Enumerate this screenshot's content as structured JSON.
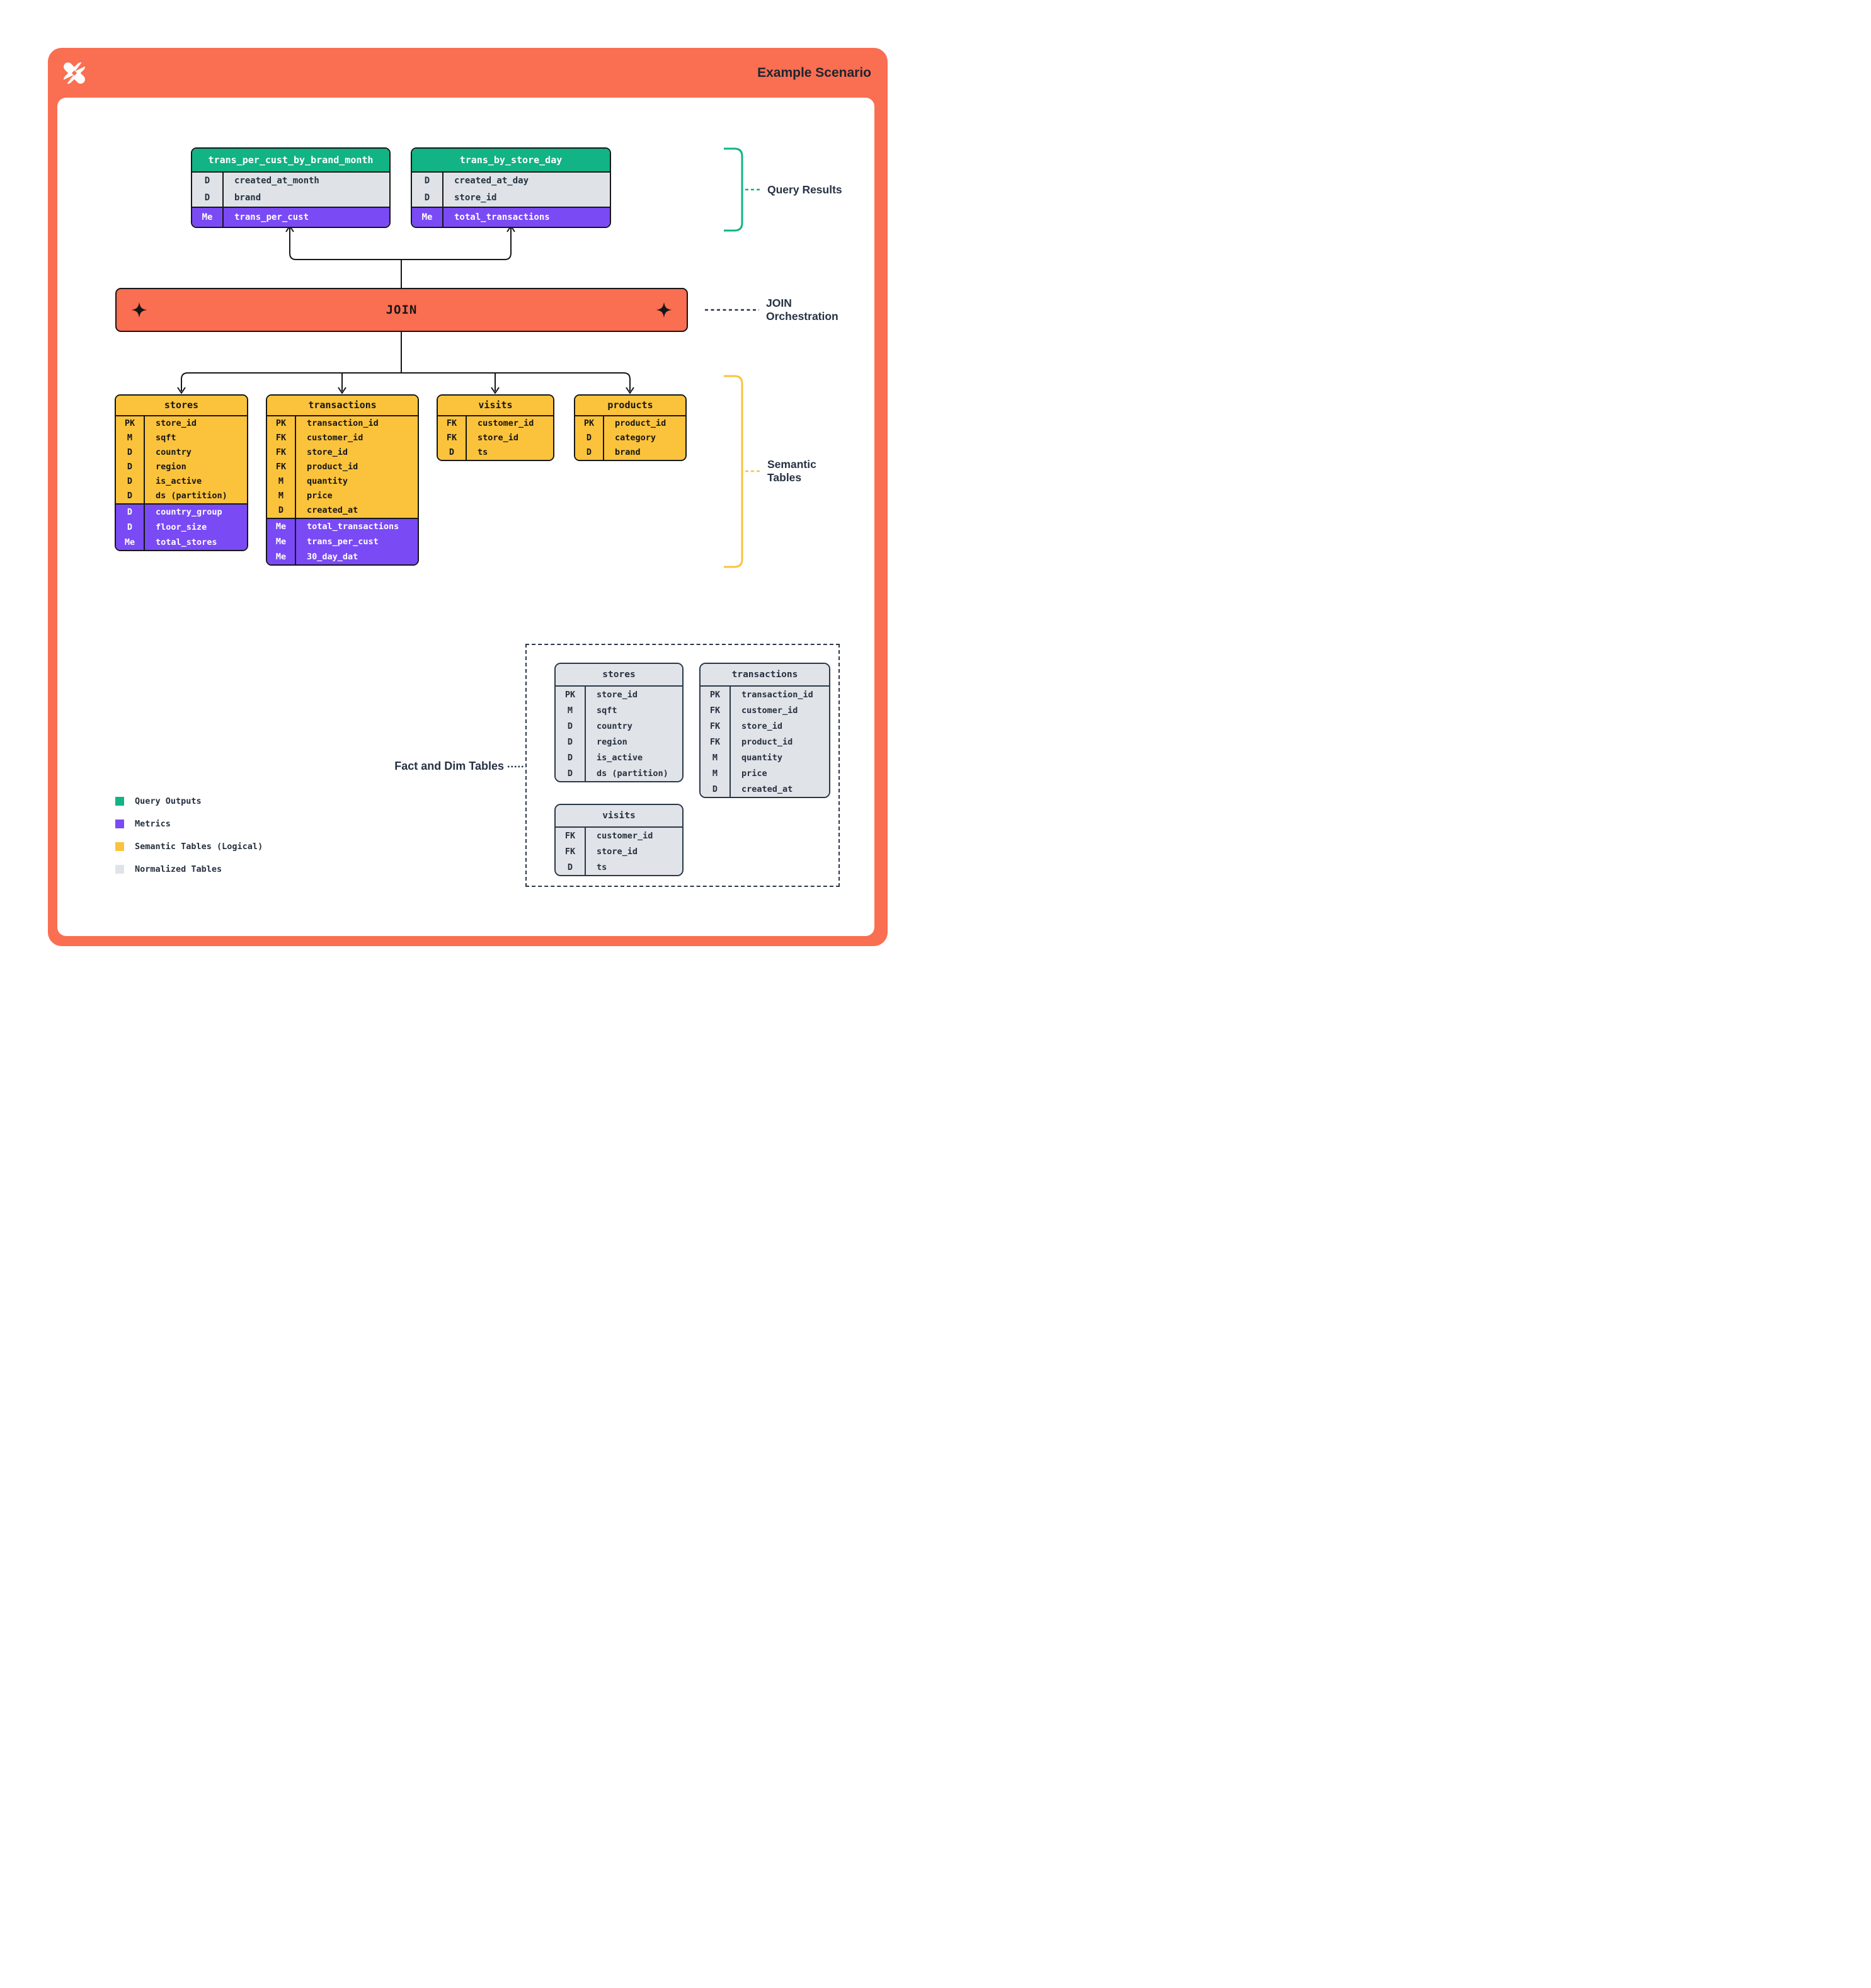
{
  "header": {
    "title": "Example Scenario",
    "logo_icon": "pinwheel-star-icon"
  },
  "join_bar": {
    "label": "JOIN",
    "left_icon": "sparkle-icon",
    "right_icon": "sparkle-icon"
  },
  "annotations": {
    "query_results": {
      "label": "Query Results"
    },
    "join_orchestration": {
      "line1": "JOIN",
      "line2": "Orchestration"
    },
    "semantic_tables": {
      "line1": "Semantic",
      "line2": "Tables"
    },
    "fact_dim_tables": {
      "label": "Fact and Dim Tables"
    }
  },
  "result_tables": [
    {
      "name": "trans_per_cust_by_brand_month",
      "plain": [
        {
          "key": "D",
          "field": "created_at_month"
        },
        {
          "key": "D",
          "field": "brand"
        }
      ],
      "metrics": [
        {
          "key": "Me",
          "field": "trans_per_cust"
        }
      ]
    },
    {
      "name": "trans_by_store_day",
      "plain": [
        {
          "key": "D",
          "field": "created_at_day"
        },
        {
          "key": "D",
          "field": "store_id"
        }
      ],
      "metrics": [
        {
          "key": "Me",
          "field": "total_transactions"
        }
      ]
    }
  ],
  "semantic_tables": [
    {
      "name": "stores",
      "plain": [
        {
          "key": "PK",
          "field": "store_id"
        },
        {
          "key": "M",
          "field": "sqft"
        },
        {
          "key": "D",
          "field": "country"
        },
        {
          "key": "D",
          "field": "region"
        },
        {
          "key": "D",
          "field": "is_active"
        },
        {
          "key": "D",
          "field": "ds (partition)"
        }
      ],
      "metrics": [
        {
          "key": "D",
          "field": "country_group"
        },
        {
          "key": "D",
          "field": "floor_size"
        },
        {
          "key": "Me",
          "field": "total_stores"
        }
      ]
    },
    {
      "name": "transactions",
      "plain": [
        {
          "key": "PK",
          "field": "transaction_id"
        },
        {
          "key": "FK",
          "field": "customer_id"
        },
        {
          "key": "FK",
          "field": "store_id"
        },
        {
          "key": "FK",
          "field": "product_id"
        },
        {
          "key": "M",
          "field": "quantity"
        },
        {
          "key": "M",
          "field": "price"
        },
        {
          "key": "D",
          "field": "created_at"
        }
      ],
      "metrics": [
        {
          "key": "Me",
          "field": "total_transactions"
        },
        {
          "key": "Me",
          "field": "trans_per_cust"
        },
        {
          "key": "Me",
          "field": "30_day_dat"
        }
      ]
    },
    {
      "name": "visits",
      "plain": [
        {
          "key": "FK",
          "field": "customer_id"
        },
        {
          "key": "FK",
          "field": "store_id"
        },
        {
          "key": "D",
          "field": "ts"
        }
      ],
      "metrics": []
    },
    {
      "name": "products",
      "plain": [
        {
          "key": "PK",
          "field": "product_id"
        },
        {
          "key": "D",
          "field": "category"
        },
        {
          "key": "D",
          "field": "brand"
        }
      ],
      "metrics": []
    }
  ],
  "normalized_tables": [
    {
      "name": "stores",
      "plain": [
        {
          "key": "PK",
          "field": "store_id"
        },
        {
          "key": "M",
          "field": "sqft"
        },
        {
          "key": "D",
          "field": "country"
        },
        {
          "key": "D",
          "field": "region"
        },
        {
          "key": "D",
          "field": "is_active"
        },
        {
          "key": "D",
          "field": "ds (partition)"
        }
      ],
      "metrics": []
    },
    {
      "name": "transactions",
      "plain": [
        {
          "key": "PK",
          "field": "transaction_id"
        },
        {
          "key": "FK",
          "field": "customer_id"
        },
        {
          "key": "FK",
          "field": "store_id"
        },
        {
          "key": "FK",
          "field": "product_id"
        },
        {
          "key": "M",
          "field": "quantity"
        },
        {
          "key": "M",
          "field": "price"
        },
        {
          "key": "D",
          "field": "created_at"
        }
      ],
      "metrics": []
    },
    {
      "name": "visits",
      "plain": [
        {
          "key": "FK",
          "field": "customer_id"
        },
        {
          "key": "FK",
          "field": "store_id"
        },
        {
          "key": "D",
          "field": "ts"
        }
      ],
      "metrics": []
    }
  ],
  "legend": {
    "items": [
      {
        "color": "#12B384",
        "label": "Query Outputs"
      },
      {
        "color": "#7A4AF5",
        "label": "Metrics"
      },
      {
        "color": "#FBC33C",
        "label": "Semantic Tables (Logical)"
      },
      {
        "color": "#E0E3E8",
        "label": "Normalized Tables"
      }
    ]
  },
  "colors": {
    "accent_orange": "#FA6E51",
    "query_output_green": "#12B384",
    "metric_purple": "#7A4AF5",
    "semantic_yellow": "#FBC33C",
    "normalized_gray": "#E0E3E8",
    "dimension_row_gray": "#DFE3E8",
    "ink_navy": "#26303F",
    "line_black": "#161616"
  }
}
